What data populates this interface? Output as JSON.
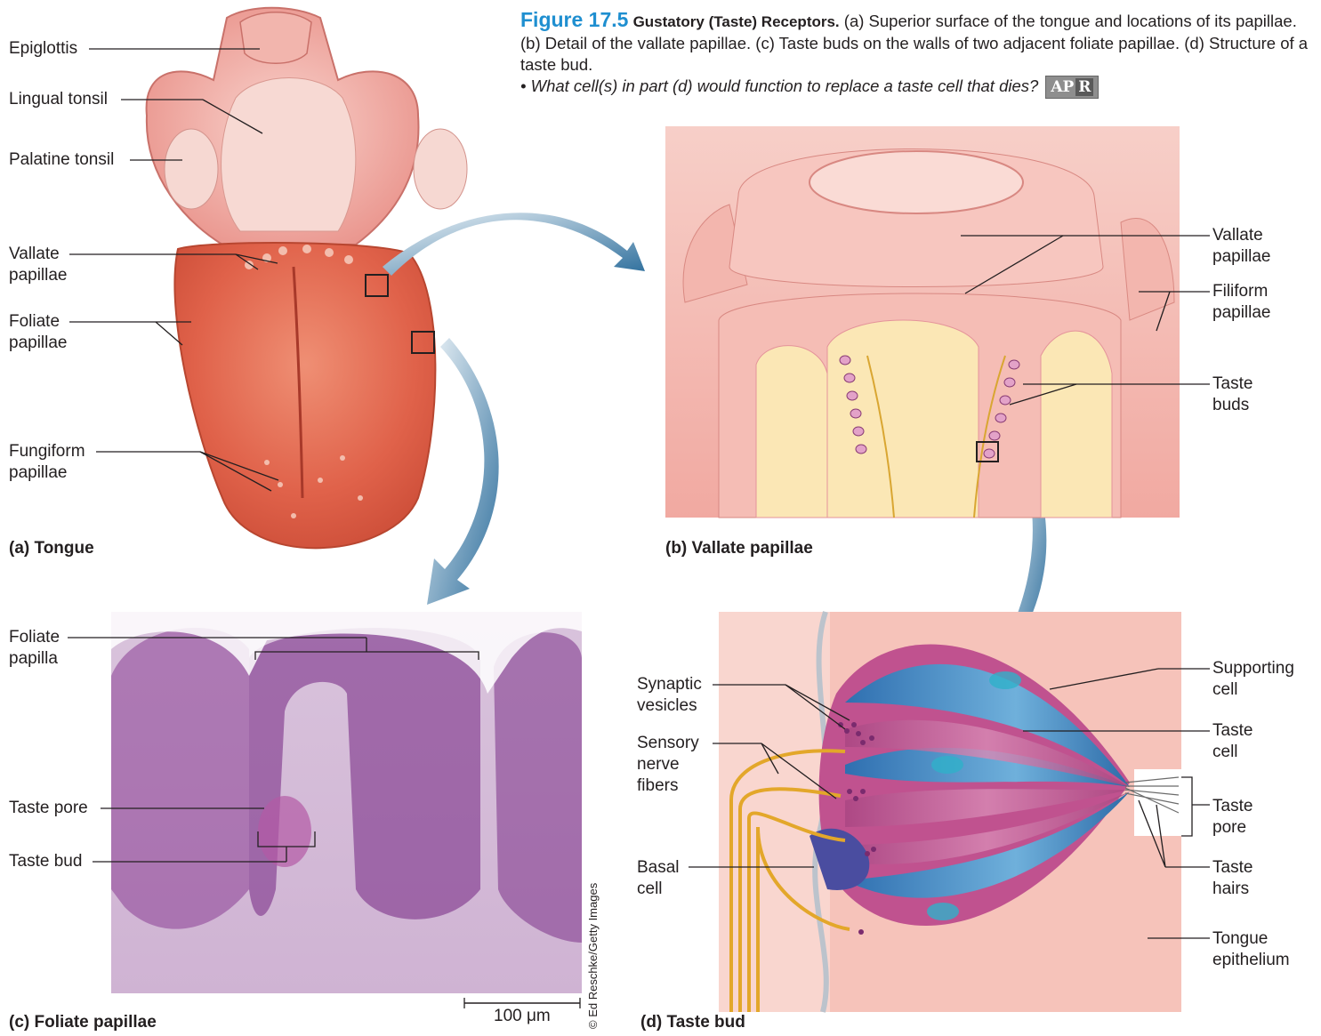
{
  "figure": {
    "number": "Figure 17.5",
    "title": "Gustatory (Taste) Receptors.",
    "caption": " (a) Superior surface of the tongue and locations of its papillae. (b) Detail of the vallate papillae. (c) Taste buds on the walls of two adjacent foliate papillae. (d) Structure of a taste bud.",
    "question": "• What cell(s) in part (d) would function to replace a taste cell that dies?",
    "badge_left": "AP",
    "badge_right": "R"
  },
  "panel_a": {
    "caption": "(a) Tongue",
    "labels": [
      "Epiglottis",
      "Lingual tonsil",
      "Palatine tonsil",
      "Vallate\npapillae",
      "Foliate\npapillae",
      "Fungiform\npapillae"
    ]
  },
  "panel_b": {
    "caption": "(b) Vallate papillae",
    "labels": [
      "Vallate\npapillae",
      "Filiform\npapillae",
      "Taste\nbuds"
    ]
  },
  "panel_c": {
    "caption": "(c) Foliate papillae",
    "labels": [
      "Foliate\npapilla",
      "Taste pore",
      "Taste bud"
    ],
    "scale": "100 μm",
    "credit": "© Ed Reschke/Getty Images"
  },
  "panel_d": {
    "caption": "(d) Taste bud",
    "left_labels": [
      "Synaptic\nvesicles",
      "Sensory\nnerve\nfibers",
      "Basal\ncell"
    ],
    "right_labels": [
      "Supporting\ncell",
      "Taste\ncell",
      "Taste\npore",
      "Taste\nhairs",
      "Tongue\nepithelium"
    ]
  }
}
